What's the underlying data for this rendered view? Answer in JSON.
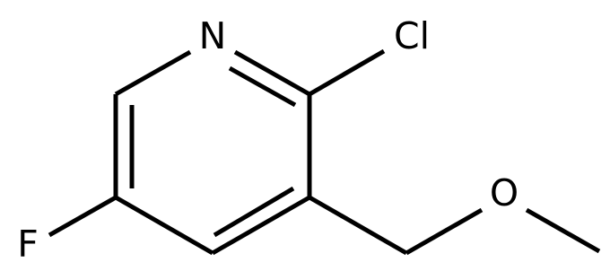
{
  "molecule": {
    "atoms": {
      "n": "N",
      "cl": "Cl",
      "f": "F",
      "o": "O"
    }
  },
  "colors": {
    "bond": "#000000",
    "text": "#000000",
    "background": "#ffffff"
  }
}
